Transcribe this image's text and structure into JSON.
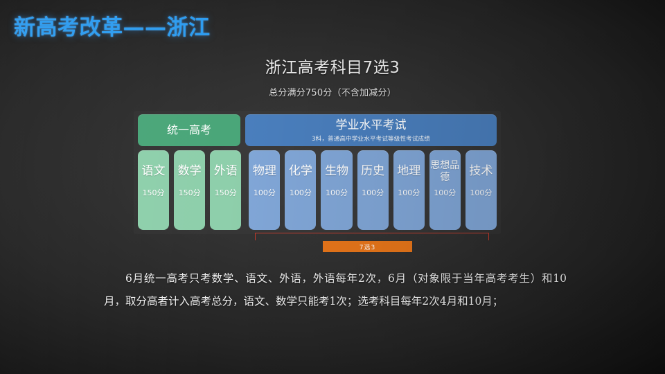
{
  "slide": {
    "title": "新高考改革——浙江",
    "title_color": "#2d9cf0",
    "background_color": "#2b2b2b"
  },
  "chart_data": {
    "type": "table",
    "title": "浙江高考科目7选3",
    "subtitle": "总分满分750分（不含加减分）",
    "xlabel": "",
    "ylabel": "",
    "groups": [
      {
        "name": "统一高考",
        "sub": "",
        "color": "#4aa679",
        "column_color": "#8ecfab",
        "categories": [
          "语文",
          "数学",
          "外语"
        ],
        "values": [
          150,
          150,
          150
        ],
        "value_labels": [
          "150分",
          "150分",
          "150分"
        ]
      },
      {
        "name": "学业水平考试",
        "sub": "3科，普通高中学业水平考试等级性考试成绩",
        "color": "#4a7fbe",
        "column_color": "#81a7d8",
        "categories": [
          "物理",
          "化学",
          "生物",
          "历史",
          "地理",
          "思想品德",
          "技术"
        ],
        "values": [
          100,
          100,
          100,
          100,
          100,
          100,
          100
        ],
        "value_labels": [
          "100分",
          "100分",
          "100分",
          "100分",
          "100分",
          "100分",
          "100分"
        ]
      }
    ],
    "annotation": {
      "label": "7选3",
      "color": "#e8761a",
      "bracket_color": "#c0392b",
      "covers": [
        "物理",
        "化学",
        "生物",
        "历史",
        "地理",
        "思想品德",
        "技术"
      ]
    }
  },
  "body": {
    "paragraph": "6月统一高考只考数学、语文、外语，外语每年2次，6月（对象限于当年高考考生）和10月，取分高者计入高考总分，语文、数学只能考1次；选考科目每年2次4月和10月；"
  }
}
